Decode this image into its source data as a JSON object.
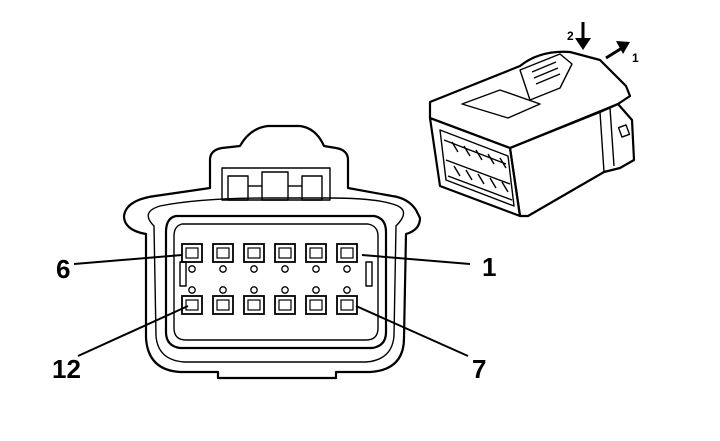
{
  "diagram": {
    "pin_labels": {
      "top_left": "6",
      "top_right": "1",
      "bottom_left": "12",
      "bottom_right": "7"
    },
    "direction_arrows": {
      "down": "2",
      "diagonal": "1"
    },
    "pin_rows": 2,
    "pins_per_row": 6
  }
}
